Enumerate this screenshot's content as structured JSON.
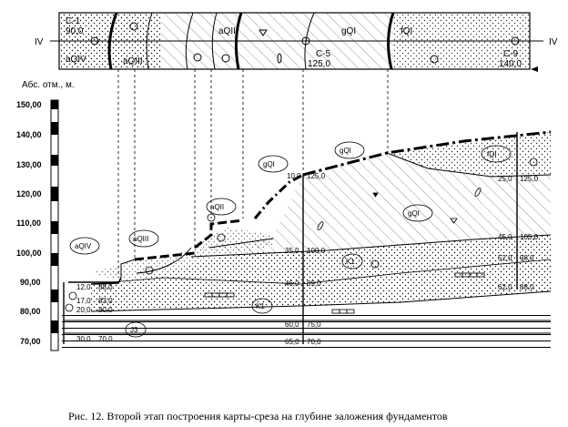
{
  "plan": {
    "section_marker_left": "IV",
    "section_marker_right": "IV",
    "boreholes": [
      {
        "id": "С-1",
        "elev": "90,0"
      },
      {
        "id": "С-5",
        "elev": "125,0"
      },
      {
        "id": "С-9",
        "elev": "140,0"
      }
    ],
    "units": [
      "aQIV",
      "aQIII",
      "aQII",
      "gQI",
      "fQI"
    ]
  },
  "profile": {
    "axis_title": "Абс. отм., м.",
    "y_ticks": [
      "150,00",
      "140,00",
      "130,00",
      "120,00",
      "110,00",
      "100,00",
      "90,00",
      "80,00",
      "70,00"
    ],
    "unit_labels": [
      "aQIV",
      "aQIII",
      "aQII",
      "gQI",
      "gQI",
      "gQI",
      "fQI",
      "K1",
      "K1",
      "J3"
    ],
    "depth_marks": [
      "12,0",
      "88,0",
      "17,0",
      "83,0",
      "20,0",
      "80,0",
      "30,0",
      "70,0",
      "10,0",
      "125,0",
      "35,0",
      "100,0",
      "46,0",
      "89,0",
      "60,0",
      "75,0",
      "65,0",
      "70,0",
      "25,0",
      "125,0",
      "45,0",
      "105,0",
      "52,0",
      "98,0",
      "62,0",
      "88,0"
    ]
  },
  "caption": "Рис. 12. Второй этап построения карты-среза на глубине заложения фундаментов"
}
